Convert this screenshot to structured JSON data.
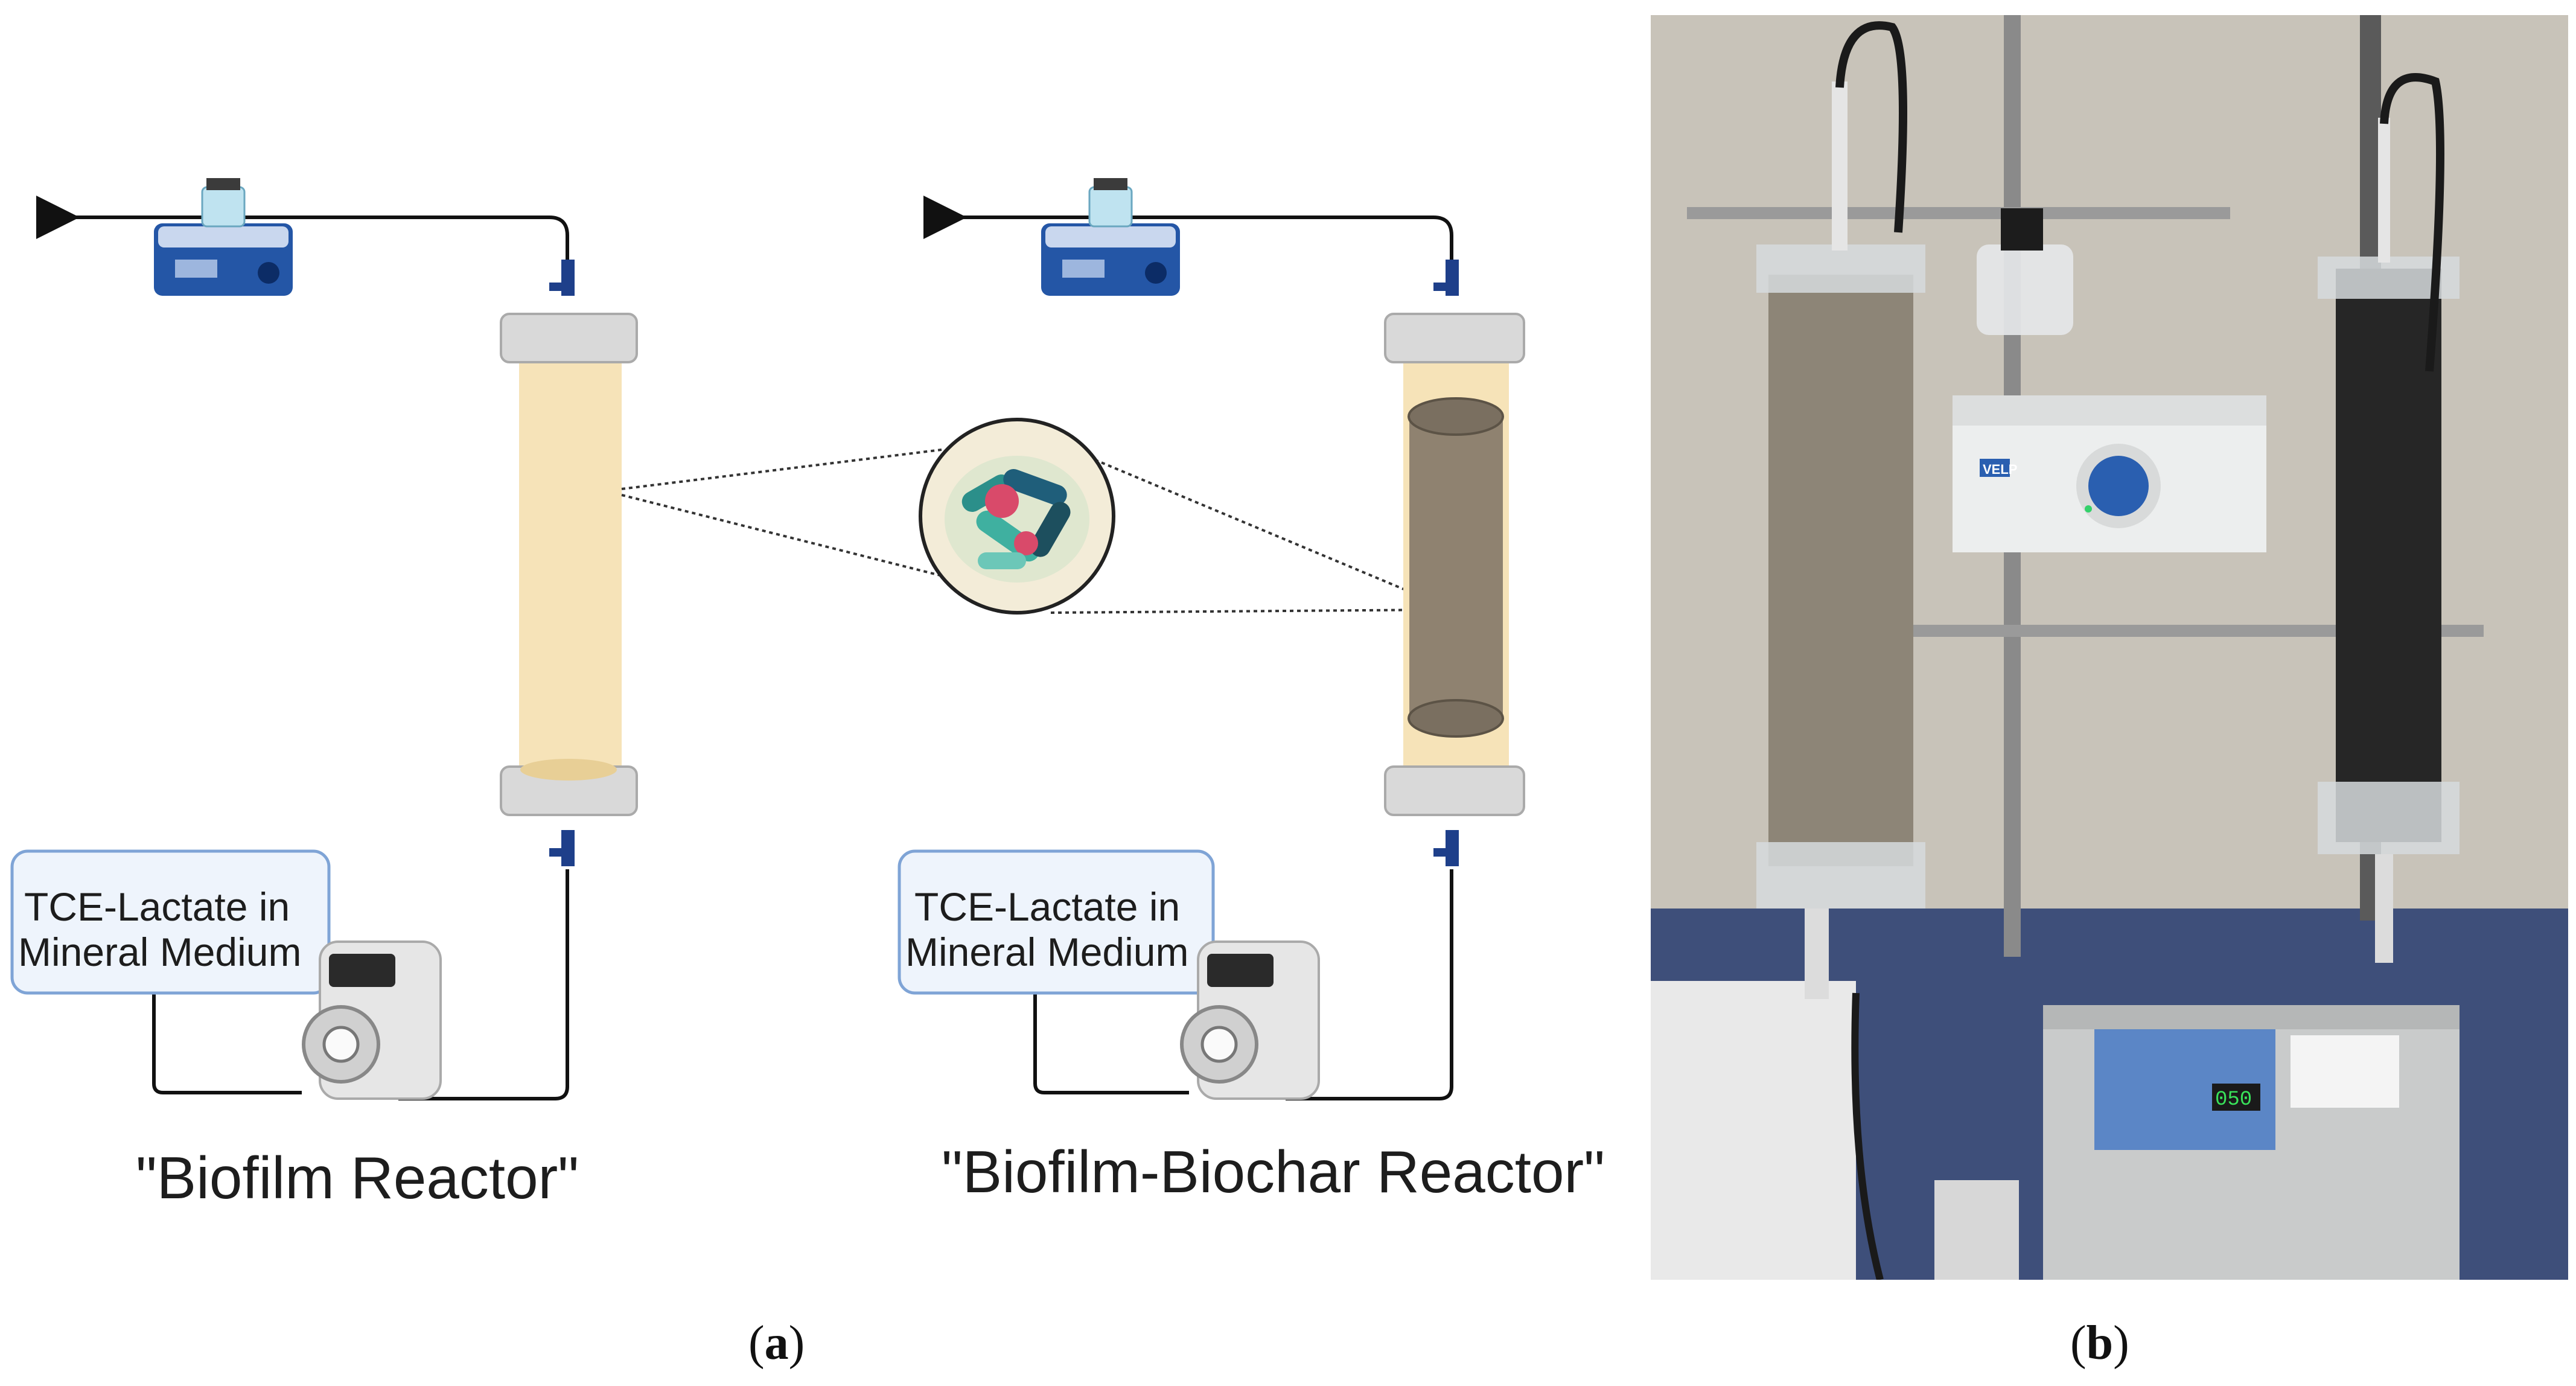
{
  "panel_a": {
    "reactor_left_label": "\"Biofilm Reactor\"",
    "reactor_right_label": "\"Biofilm-Biochar Reactor\"",
    "feed_box_left": {
      "line1": "TCE-Lactate  in",
      "line2": "Mineral Medium"
    },
    "feed_box_right": {
      "line1": "TCE-Lactate  in",
      "line2": "Mineral Medium"
    },
    "caption_letter": "a"
  },
  "panel_b": {
    "caption_letter": "b",
    "stirrer_brand": "VELP",
    "pump_display": "050",
    "note_text": ""
  },
  "colors": {
    "column_fill": "#f6e3b8",
    "biochar_fill": "#8f8270",
    "endcap": "#d9d9d9",
    "stirrer_blue": "#2a5fb0",
    "valve_blue": "#1e3f8a",
    "box_border": "#7fa4d6",
    "box_fill": "#eef4fc"
  }
}
